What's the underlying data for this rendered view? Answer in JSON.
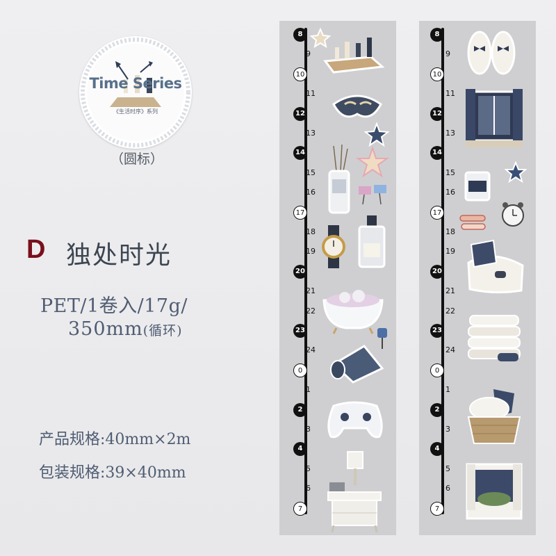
{
  "badge": {
    "title": "Time Series",
    "subtitle": "《生活时序》系列",
    "caption": "（圆标）"
  },
  "product": {
    "variant": "D",
    "title": "独处时光",
    "spec_line1": "PET/1卷入/17g/",
    "spec_line2": "350mm",
    "spec_line2_suffix": "(循环)",
    "size_line": "产品规格:40mm×2m",
    "package_line": "包装规格:39×40mm"
  },
  "timeline": {
    "hours": [
      "8",
      "9",
      "10",
      "11",
      "12",
      "13",
      "14",
      "15",
      "16",
      "17",
      "18",
      "19",
      "20",
      "21",
      "22",
      "23",
      "24",
      "0",
      "1",
      "2",
      "3",
      "4",
      "5",
      "6",
      "7"
    ]
  },
  "stickers_left": [
    "star",
    "chess-set",
    "sleep-mask",
    "starfish",
    "perfume-sticks",
    "paper-clips",
    "wristwatch",
    "perfume-bottle",
    "bathtub",
    "yoga-mat",
    "push-pin",
    "game-controller",
    "bedside-table-lamp"
  ],
  "stickers_right": [
    "slippers",
    "window-curtain",
    "candle",
    "star",
    "alarm-clock",
    "hair-clips",
    "blanket-pillow",
    "folded-towels",
    "laundry-basket",
    "window-view"
  ],
  "colors": {
    "accent_red": "#7a0f1d",
    "text_blue": "#4f5c72",
    "tape_gray": "#cfcfd1"
  }
}
